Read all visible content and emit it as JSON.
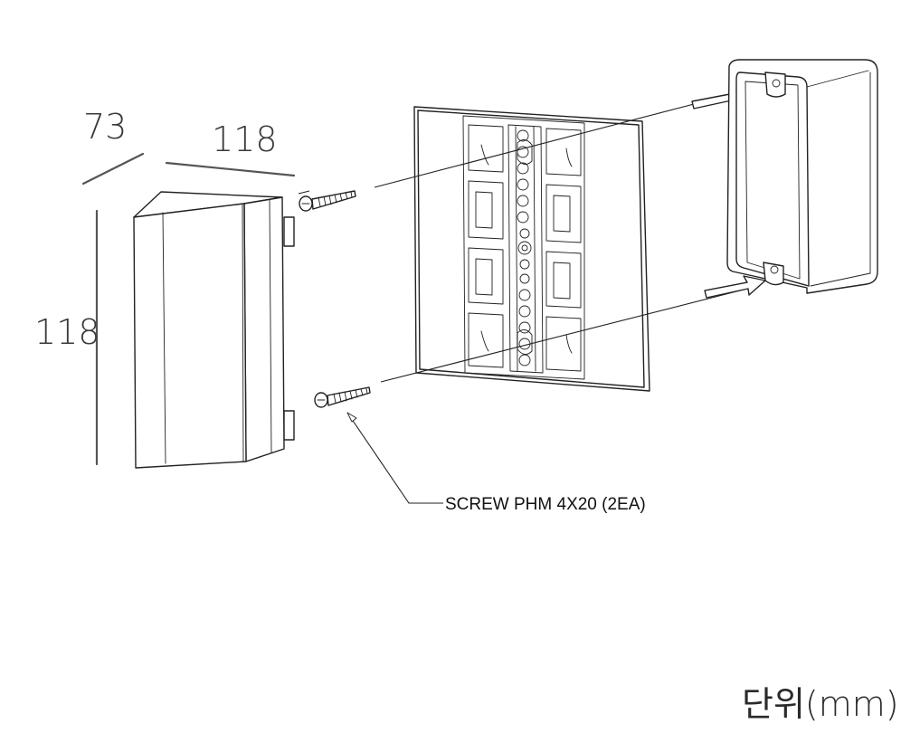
{
  "dimensions": {
    "depth_label": "73",
    "width_label": "118",
    "height_label": "118"
  },
  "callout": {
    "text": "SCREW PHM 4X20 (2EA)"
  },
  "unit_label": "단위(mm)"
}
